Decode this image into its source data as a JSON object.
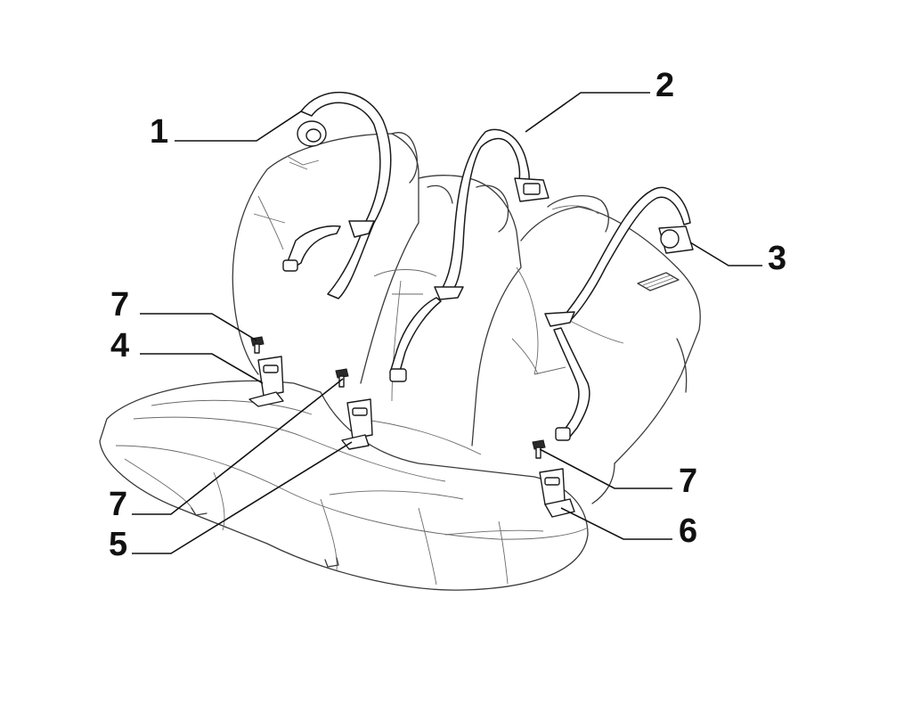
{
  "callouts": [
    {
      "id": "c1",
      "label": "1"
    },
    {
      "id": "c2",
      "label": "2"
    },
    {
      "id": "c3",
      "label": "3"
    },
    {
      "id": "c4",
      "label": "4"
    },
    {
      "id": "c5",
      "label": "5"
    },
    {
      "id": "c6",
      "label": "6"
    },
    {
      "id": "c7a",
      "label": "7"
    },
    {
      "id": "c7b",
      "label": "7"
    },
    {
      "id": "c7c",
      "label": "7"
    }
  ],
  "colors": {
    "line": "#1a1a1a",
    "background": "#ffffff"
  }
}
